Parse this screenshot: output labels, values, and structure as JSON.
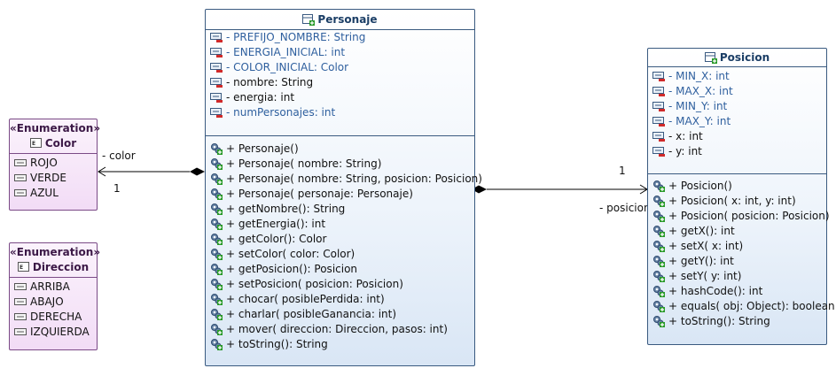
{
  "personaje": {
    "name": "Personaje",
    "attributes": [
      {
        "text": "- PREFIJO_NOMBRE: String",
        "static": true
      },
      {
        "text": "- ENERGIA_INICIAL: int",
        "static": true
      },
      {
        "text": "- COLOR_INICIAL: Color",
        "static": true
      },
      {
        "text": "- nombre: String",
        "static": false
      },
      {
        "text": "- energia: int",
        "static": false
      },
      {
        "text": "- numPersonajes: int",
        "static": true
      }
    ],
    "operations": [
      "+ Personaje()",
      "+ Personaje(  nombre: String)",
      "+ Personaje(  nombre: String,   posicion: Posicion)",
      "+ Personaje(  personaje: Personaje)",
      "+ getNombre(): String",
      "+ getEnergia(): int",
      "+ getColor(): Color",
      "+ setColor(  color: Color)",
      "+ getPosicion(): Posicion",
      "+ setPosicion(  posicion: Posicion)",
      "+ chocar(  posiblePerdida: int)",
      "+ charlar(  posibleGanancia: int)",
      "+ mover(  direccion: Direccion,   pasos: int)",
      "+ toString(): String"
    ]
  },
  "posicion": {
    "name": "Posicion",
    "attributes": [
      {
        "text": "- MIN_X: int",
        "static": true
      },
      {
        "text": "- MAX_X: int",
        "static": true
      },
      {
        "text": "- MIN_Y: int",
        "static": true
      },
      {
        "text": "- MAX_Y: int",
        "static": true
      },
      {
        "text": "- x: int",
        "static": false
      },
      {
        "text": "- y: int",
        "static": false
      }
    ],
    "operations": [
      "+ Posicion()",
      "+ Posicion(  x: int,   y: int)",
      "+ Posicion(  posicion: Posicion)",
      "+ getX(): int",
      "+ setX(  x: int)",
      "+ getY(): int",
      "+ setY(  y: int)",
      "+ hashCode(): int",
      "+ equals(  obj: Object): boolean",
      "+ toString(): String"
    ]
  },
  "color_enum": {
    "stereotype": "«Enumeration»",
    "name": "Color",
    "literals": [
      "ROJO",
      "VERDE",
      "AZUL"
    ]
  },
  "direccion_enum": {
    "stereotype": "«Enumeration»",
    "name": "Direccion",
    "literals": [
      "ARRIBA",
      "ABAJO",
      "DERECHA",
      "IZQUIERDA"
    ]
  },
  "associations": {
    "color_role": "- color",
    "color_mult": "1",
    "posicion_role": "- posicion",
    "posicion_mult": "1"
  },
  "colors": {
    "class_border": "#3a5a80",
    "class_title": "#1b3e66",
    "static_member": "#2e5f9e",
    "enum_border": "#7a4a86",
    "enum_fill": "#f2dcf6"
  }
}
